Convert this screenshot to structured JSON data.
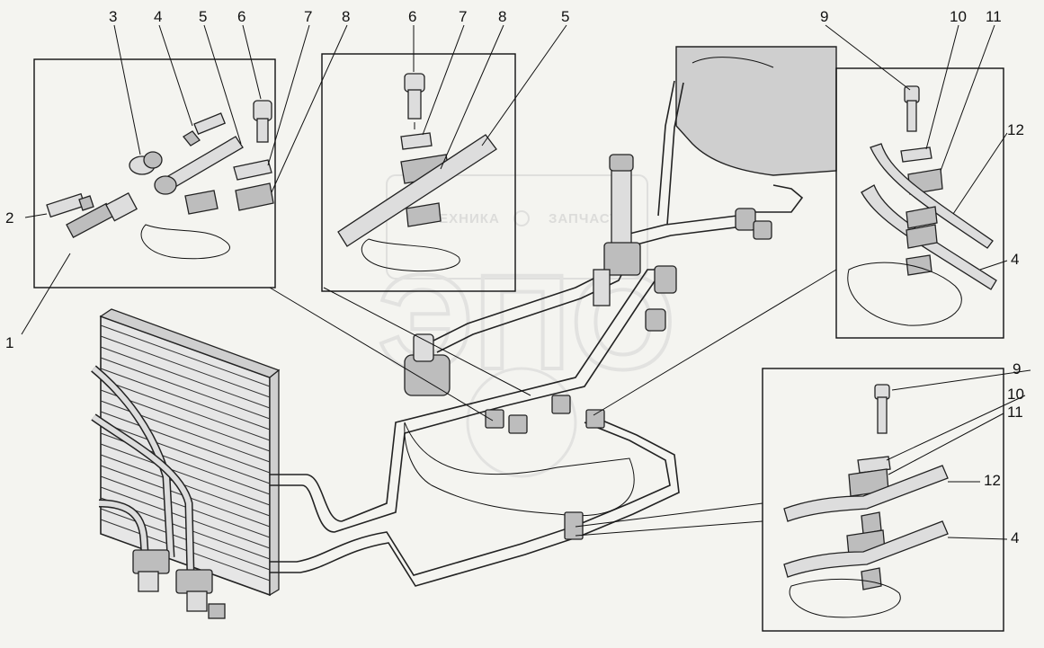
{
  "watermark": {
    "brand_letters": "ЭПО",
    "text_left": "ТЕХНИКА",
    "text_right": "ЗАПЧАСТИ"
  },
  "callouts": {
    "c1": "1",
    "c2": "2",
    "c3": "3",
    "c4a": "4",
    "c5a": "5",
    "c6a": "6",
    "c7a": "7",
    "c8a": "8",
    "c6b": "6",
    "c7b": "7",
    "c8b": "8",
    "c5b": "5",
    "c9a": "9",
    "c10a": "10",
    "c11a": "11",
    "c12a": "12",
    "c4b": "4",
    "c9b": "9",
    "c10b": "10",
    "c11b": "11",
    "c12b": "12",
    "c4c": "4"
  },
  "colors": {
    "ink": "#111111",
    "paper": "#f4f4f0",
    "part_fill": "#dddddd",
    "watermark": "#c9c9c9"
  }
}
